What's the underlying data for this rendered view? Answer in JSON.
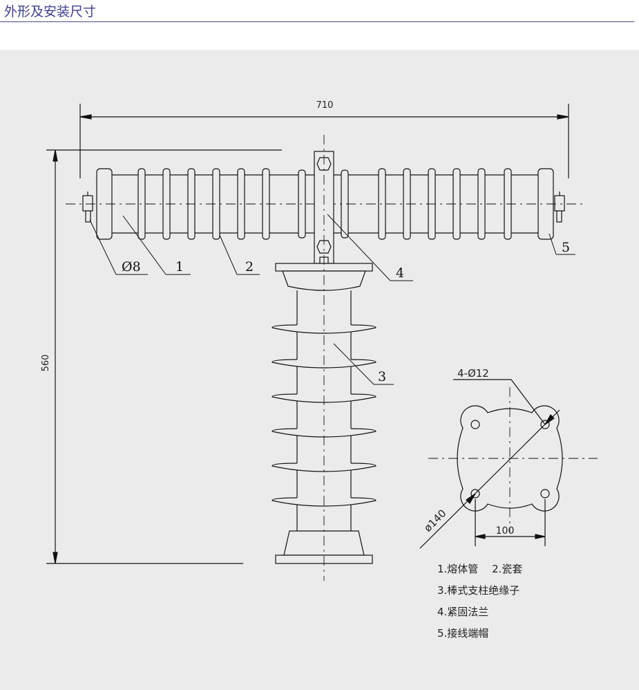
{
  "header": {
    "title": "外形及安装尺寸"
  },
  "dimensions": {
    "width": "710",
    "height": "560",
    "fuse_dia": "Ø8",
    "hole_spec": "4-Ø12",
    "circle_dia": "ø140",
    "hole_spacing": "100"
  },
  "callouts": [
    "1",
    "2",
    "3",
    "4",
    "5"
  ],
  "legend": [
    "1.熔体管　 2.瓷套",
    "3.棒式支柱绝缘子",
    "4.紧固法兰",
    "5.接线端帽"
  ],
  "colors": {
    "accent": "#3f3f8f",
    "panel": "#ebebeb",
    "line": "#111111"
  }
}
